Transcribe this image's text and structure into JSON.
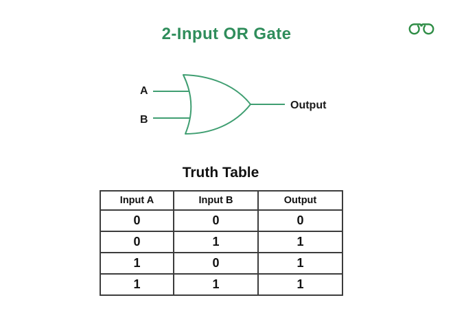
{
  "title": "2-Input OR Gate",
  "logo": {
    "name": "geeksforgeeks-logo",
    "color": "#2f8d46"
  },
  "gate": {
    "type": "OR",
    "input_a_label": "A",
    "input_b_label": "B",
    "output_label": "Output",
    "stroke_color": "#3f9e71"
  },
  "truth_table": {
    "heading": "Truth Table",
    "columns": [
      "Input A",
      "Input B",
      "Output"
    ],
    "rows": [
      [
        "0",
        "0",
        "0"
      ],
      [
        "0",
        "1",
        "1"
      ],
      [
        "1",
        "0",
        "1"
      ],
      [
        "1",
        "1",
        "1"
      ]
    ]
  },
  "colors": {
    "background": "#ffffff",
    "title_green": "#2f8d5b",
    "gate_green": "#3f9e71",
    "logo_green": "#2f8d46",
    "table_border": "#3c3c3c",
    "text": "#111111"
  }
}
